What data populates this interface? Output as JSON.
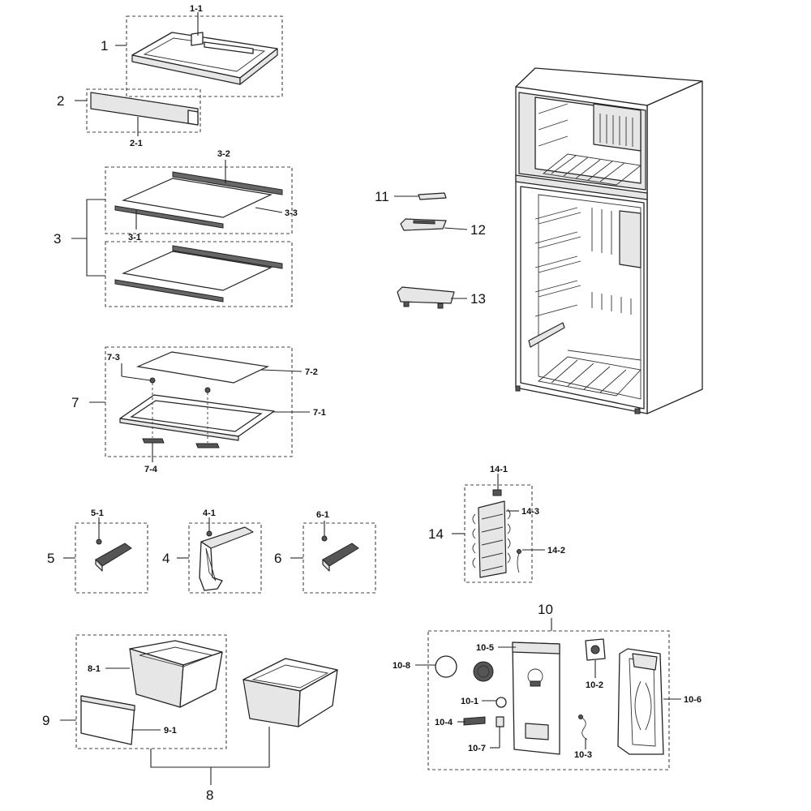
{
  "labels": {
    "l1": "1",
    "l1_1": "1-1",
    "l2": "2",
    "l2_1": "2-1",
    "l3": "3",
    "l3_1": "3-1",
    "l3_2": "3-2",
    "l3_3": "3-3",
    "l7": "7",
    "l7_1": "7-1",
    "l7_2": "7-2",
    "l7_3": "7-3",
    "l7_4": "7-4",
    "l11": "11",
    "l12": "12",
    "l13": "13",
    "l5": "5",
    "l5_1": "5-1",
    "l4": "4",
    "l4_1": "4-1",
    "l6": "6",
    "l6_1": "6-1",
    "l14": "14",
    "l14_1": "14-1",
    "l14_2": "14-2",
    "l14_3": "14-3",
    "l9": "9",
    "l9_1": "9-1",
    "l8": "8",
    "l8_1": "8-1",
    "l10": "10",
    "l10_1": "10-1",
    "l10_2": "10-2",
    "l10_3": "10-3",
    "l10_4": "10-4",
    "l10_5": "10-5",
    "l10_6": "10-6",
    "l10_7": "10-7",
    "l10_8": "10-8"
  }
}
